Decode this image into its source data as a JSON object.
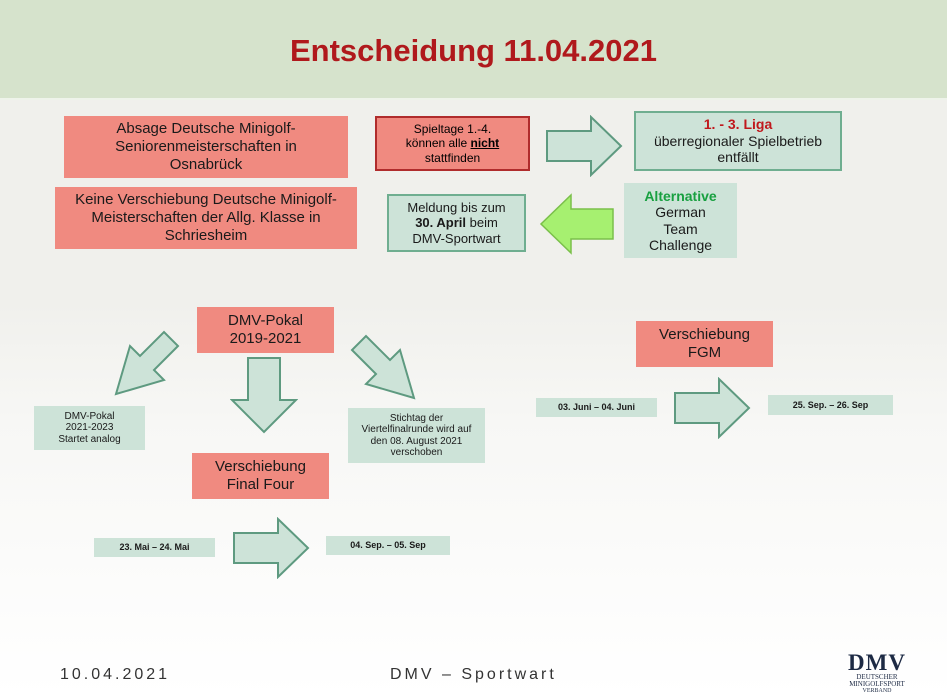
{
  "title": "Entscheidung 11.04.2021",
  "boxes": {
    "absage": "Absage Deutsche Minigolf-Seniorenmeisterschaften in Osnabrück",
    "keine": "Keine Verschiebung Deutsche Minigolf-Meisterschaften der Allg. Klasse in Schriesheim",
    "spieltage": {
      "l1": "Spieltage 1.-4.",
      "l2a": "können alle ",
      "l2b": "nicht",
      "l3": "stattfinden"
    },
    "liga": {
      "l1": "1. - 3. Liga",
      "l2": "überregionaler Spielbetrieb",
      "l3": "entfällt"
    },
    "meldung": {
      "l1": "Meldung bis zum",
      "l2a": "30. April",
      "l2b": " beim",
      "l3": "DMV-Sportwart"
    },
    "alternative": {
      "l1": "Alternative",
      "l2": "German",
      "l3": "Team",
      "l4": "Challenge"
    },
    "pokal": {
      "l1": "DMV-Pokal",
      "l2": "2019-2021"
    },
    "pokal_neu": {
      "l1": "DMV-Pokal",
      "l2": "2021-2023",
      "l3": "Startet analog"
    },
    "stichtag": {
      "l1": "Stichtag der",
      "l2": "Viertelfinalrunde wird auf",
      "l3": "den 08. August 2021",
      "l4": "verschoben"
    },
    "final_four": {
      "l1": "Verschiebung",
      "l2": "Final Four"
    },
    "fgm": {
      "l1": "Verschiebung",
      "l2": "FGM"
    },
    "date_ff_old": "23. Mai – 24. Mai",
    "date_ff_new": "04. Sep. – 05. Sep",
    "date_fgm_old": "03. Juni – 04. Juni",
    "date_fgm_new": "25. Sep. – 26. Sep"
  },
  "footer": {
    "date": "10.04.2021",
    "center": "DMV – Sportwart",
    "logo_text": "DMV",
    "logo_sub1": "DEUTSCHER",
    "logo_sub2": "MINIGOLFSPORT",
    "logo_sub3": "VERBAND"
  },
  "colors": {
    "title": "#b0191c",
    "red_box": "#f08a80",
    "green_box": "#cde3d8",
    "alt_green": "#18a040",
    "arrow_lime": "#a6f070"
  }
}
